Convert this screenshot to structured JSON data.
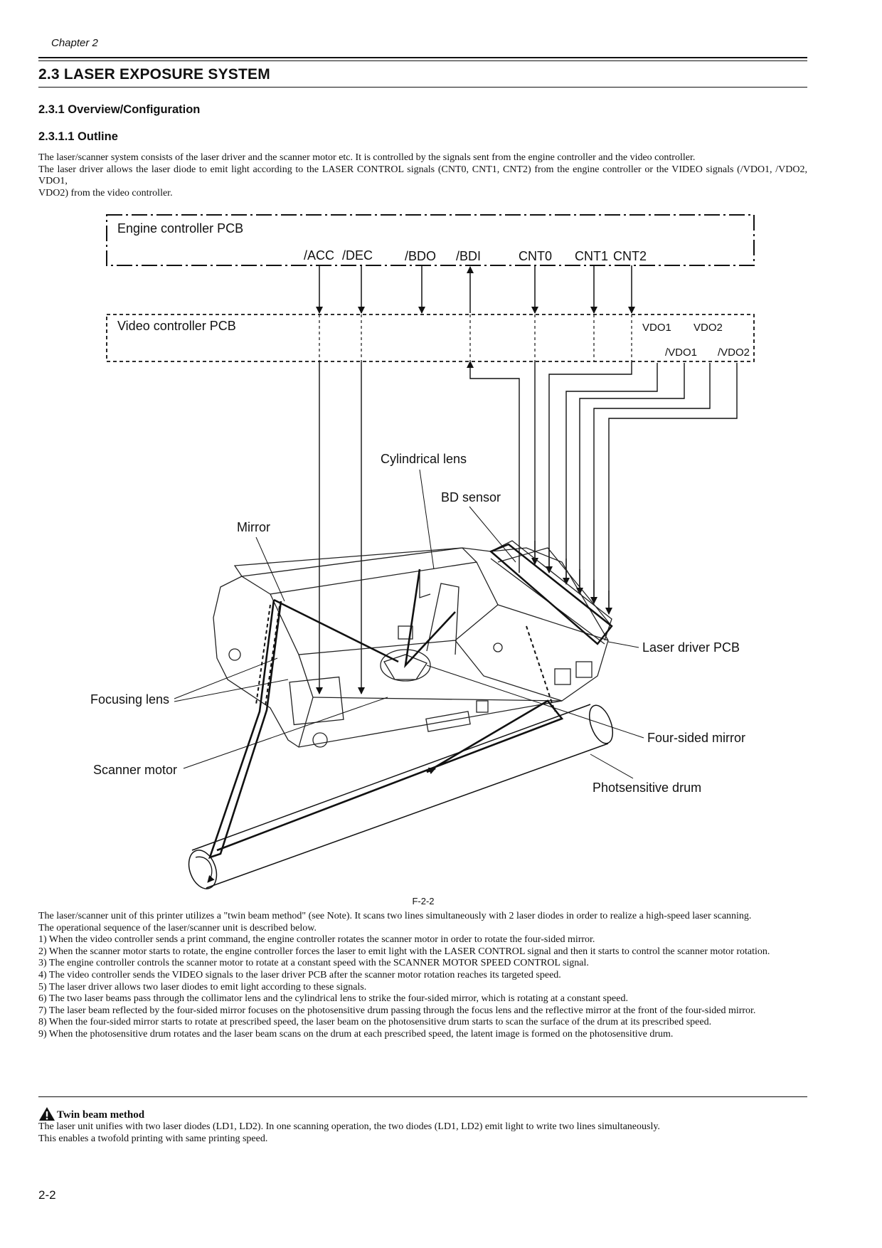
{
  "header": {
    "chapter": "Chapter 2",
    "section_title": "2.3 LASER EXPOSURE SYSTEM",
    "subsection": "2.3.1 Overview/Configuration",
    "subsubsection": "2.3.1.1 Outline"
  },
  "intro": {
    "line1": "The laser/scanner system consists of the laser driver and the scanner motor etc. It is controlled by the signals sent from the engine controller and the video controller.",
    "line2": "The laser driver allows the laser diode to emit light according to the LASER CONTROL signals (CNT0, CNT1, CNT2) from the engine controller or the VIDEO signals (/VDO1, /VDO2, VDO1,",
    "line3": "VDO2) from the video controller."
  },
  "diagram": {
    "engine_pcb": "Engine controller PCB",
    "video_pcb": "Video controller PCB",
    "signals": {
      "acc": "/ACC",
      "dec": "/DEC",
      "bdo": "/BDO",
      "bdi": "/BDI",
      "cnt0": "CNT0",
      "cnt1": "CNT1",
      "cnt2": "CNT2",
      "vdo1": "VDO1",
      "vdo2": "VDO2",
      "nvdo1": "/VDO1",
      "nvdo2": "/VDO2"
    },
    "labels": {
      "cylindrical_lens": "Cylindrical lens",
      "bd_sensor": "BD sensor",
      "mirror": "Mirror",
      "laser_driver_pcb": "Laser driver PCB",
      "focusing_lens": "Focusing lens",
      "four_sided_mirror": "Four-sided mirror",
      "scanner_motor": "Scanner motor",
      "photosensitive_drum": "Photsensitive drum"
    },
    "caption": "F-2-2"
  },
  "body": {
    "para1": "The laser/scanner unit of this printer utilizes a \"twin beam method\" (see Note). It scans two lines simultaneously with 2 laser diodes in order to realize a high-speed laser scanning.",
    "para2": "The operational sequence of the laser/scanner unit is described below.",
    "steps": [
      "1) When the video controller sends a print command, the engine controller rotates the scanner motor in order to rotate the four-sided mirror.",
      "2) When the scanner motor starts to rotate, the engine controller forces the laser to emit light with the LASER CONTROL signal and then it starts to control the scanner motor rotation.",
      "3) The engine controller controls the scanner motor to rotate at a constant speed with the SCANNER MOTOR SPEED CONTROL signal.",
      "4) The video controller sends the VIDEO signals to the laser driver PCB after the scanner motor rotation reaches its targeted speed.",
      "5) The laser driver allows two laser diodes to emit light according to these signals.",
      "6) The two laser beams pass through the collimator lens and the cylindrical lens to strike the four-sided mirror, which is rotating at a constant speed.",
      "7) The laser beam reflected by the four-sided mirror focuses on the photosensitive drum passing through the focus lens and the reflective mirror at the front of the four-sided mirror.",
      "8) When the four-sided mirror starts to rotate at prescribed speed, the laser beam on the photosensitive drum starts to scan the surface of the drum at its prescribed speed.",
      "9) When the photosensitive drum rotates and the laser beam scans on the drum at each prescribed speed, the latent image is formed on the photosensitive drum."
    ]
  },
  "note": {
    "title": "Twin beam method",
    "line1": "The laser unit unifies with two laser diodes (LD1, LD2). In one scanning operation, the two diodes (LD1, LD2) emit light to write two lines simultaneously.",
    "line2": "This enables a twofold printing with same printing speed."
  },
  "footer": {
    "page": "2-2"
  }
}
